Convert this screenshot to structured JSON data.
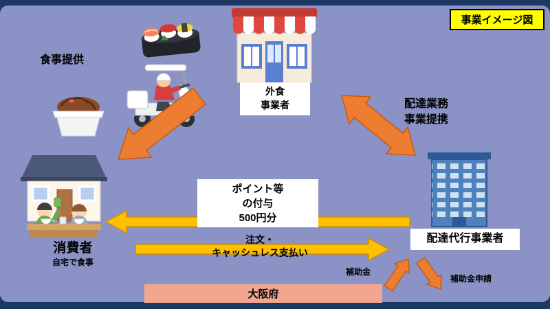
{
  "badge": {
    "title": "事業イメージ図"
  },
  "restaurant": {
    "label_line1": "外食",
    "label_line2": "事業者"
  },
  "consumer": {
    "name": "消費者",
    "note": "自宅で食事"
  },
  "delivery_agent": {
    "label": "配達代行事業者"
  },
  "osaka": {
    "label": "大阪府"
  },
  "flows": {
    "meal_provision": "食事提供",
    "partnership_line1": "配達業務",
    "partnership_line2": "事業提携",
    "points_line1": "ポイント等",
    "points_line2": "の付与",
    "points_line3": "500円分",
    "order_line1": "注文・",
    "order_line2": "キャッシュレス支払い",
    "subsidy": "補助金",
    "subsidy_application": "補助金申請"
  },
  "icons": {
    "sushi": "sushi-pack-icon",
    "scooter": "delivery-scooter-icon",
    "bowl": "beef-bowl-icon",
    "restaurant": "restaurant-building-icon",
    "house": "consumer-house-icon",
    "office": "office-building-icon"
  },
  "colors": {
    "background": "#8b93c6",
    "frame": "#1e3864",
    "arrow_orange": "#ED7D31",
    "arrow_orange_border": "#C55A11",
    "arrow_yellow": "#FFC000",
    "arrow_yellow_border": "#D09000",
    "badge_bg": "#FFFF00",
    "osaka_bg": "#F2A68F"
  }
}
